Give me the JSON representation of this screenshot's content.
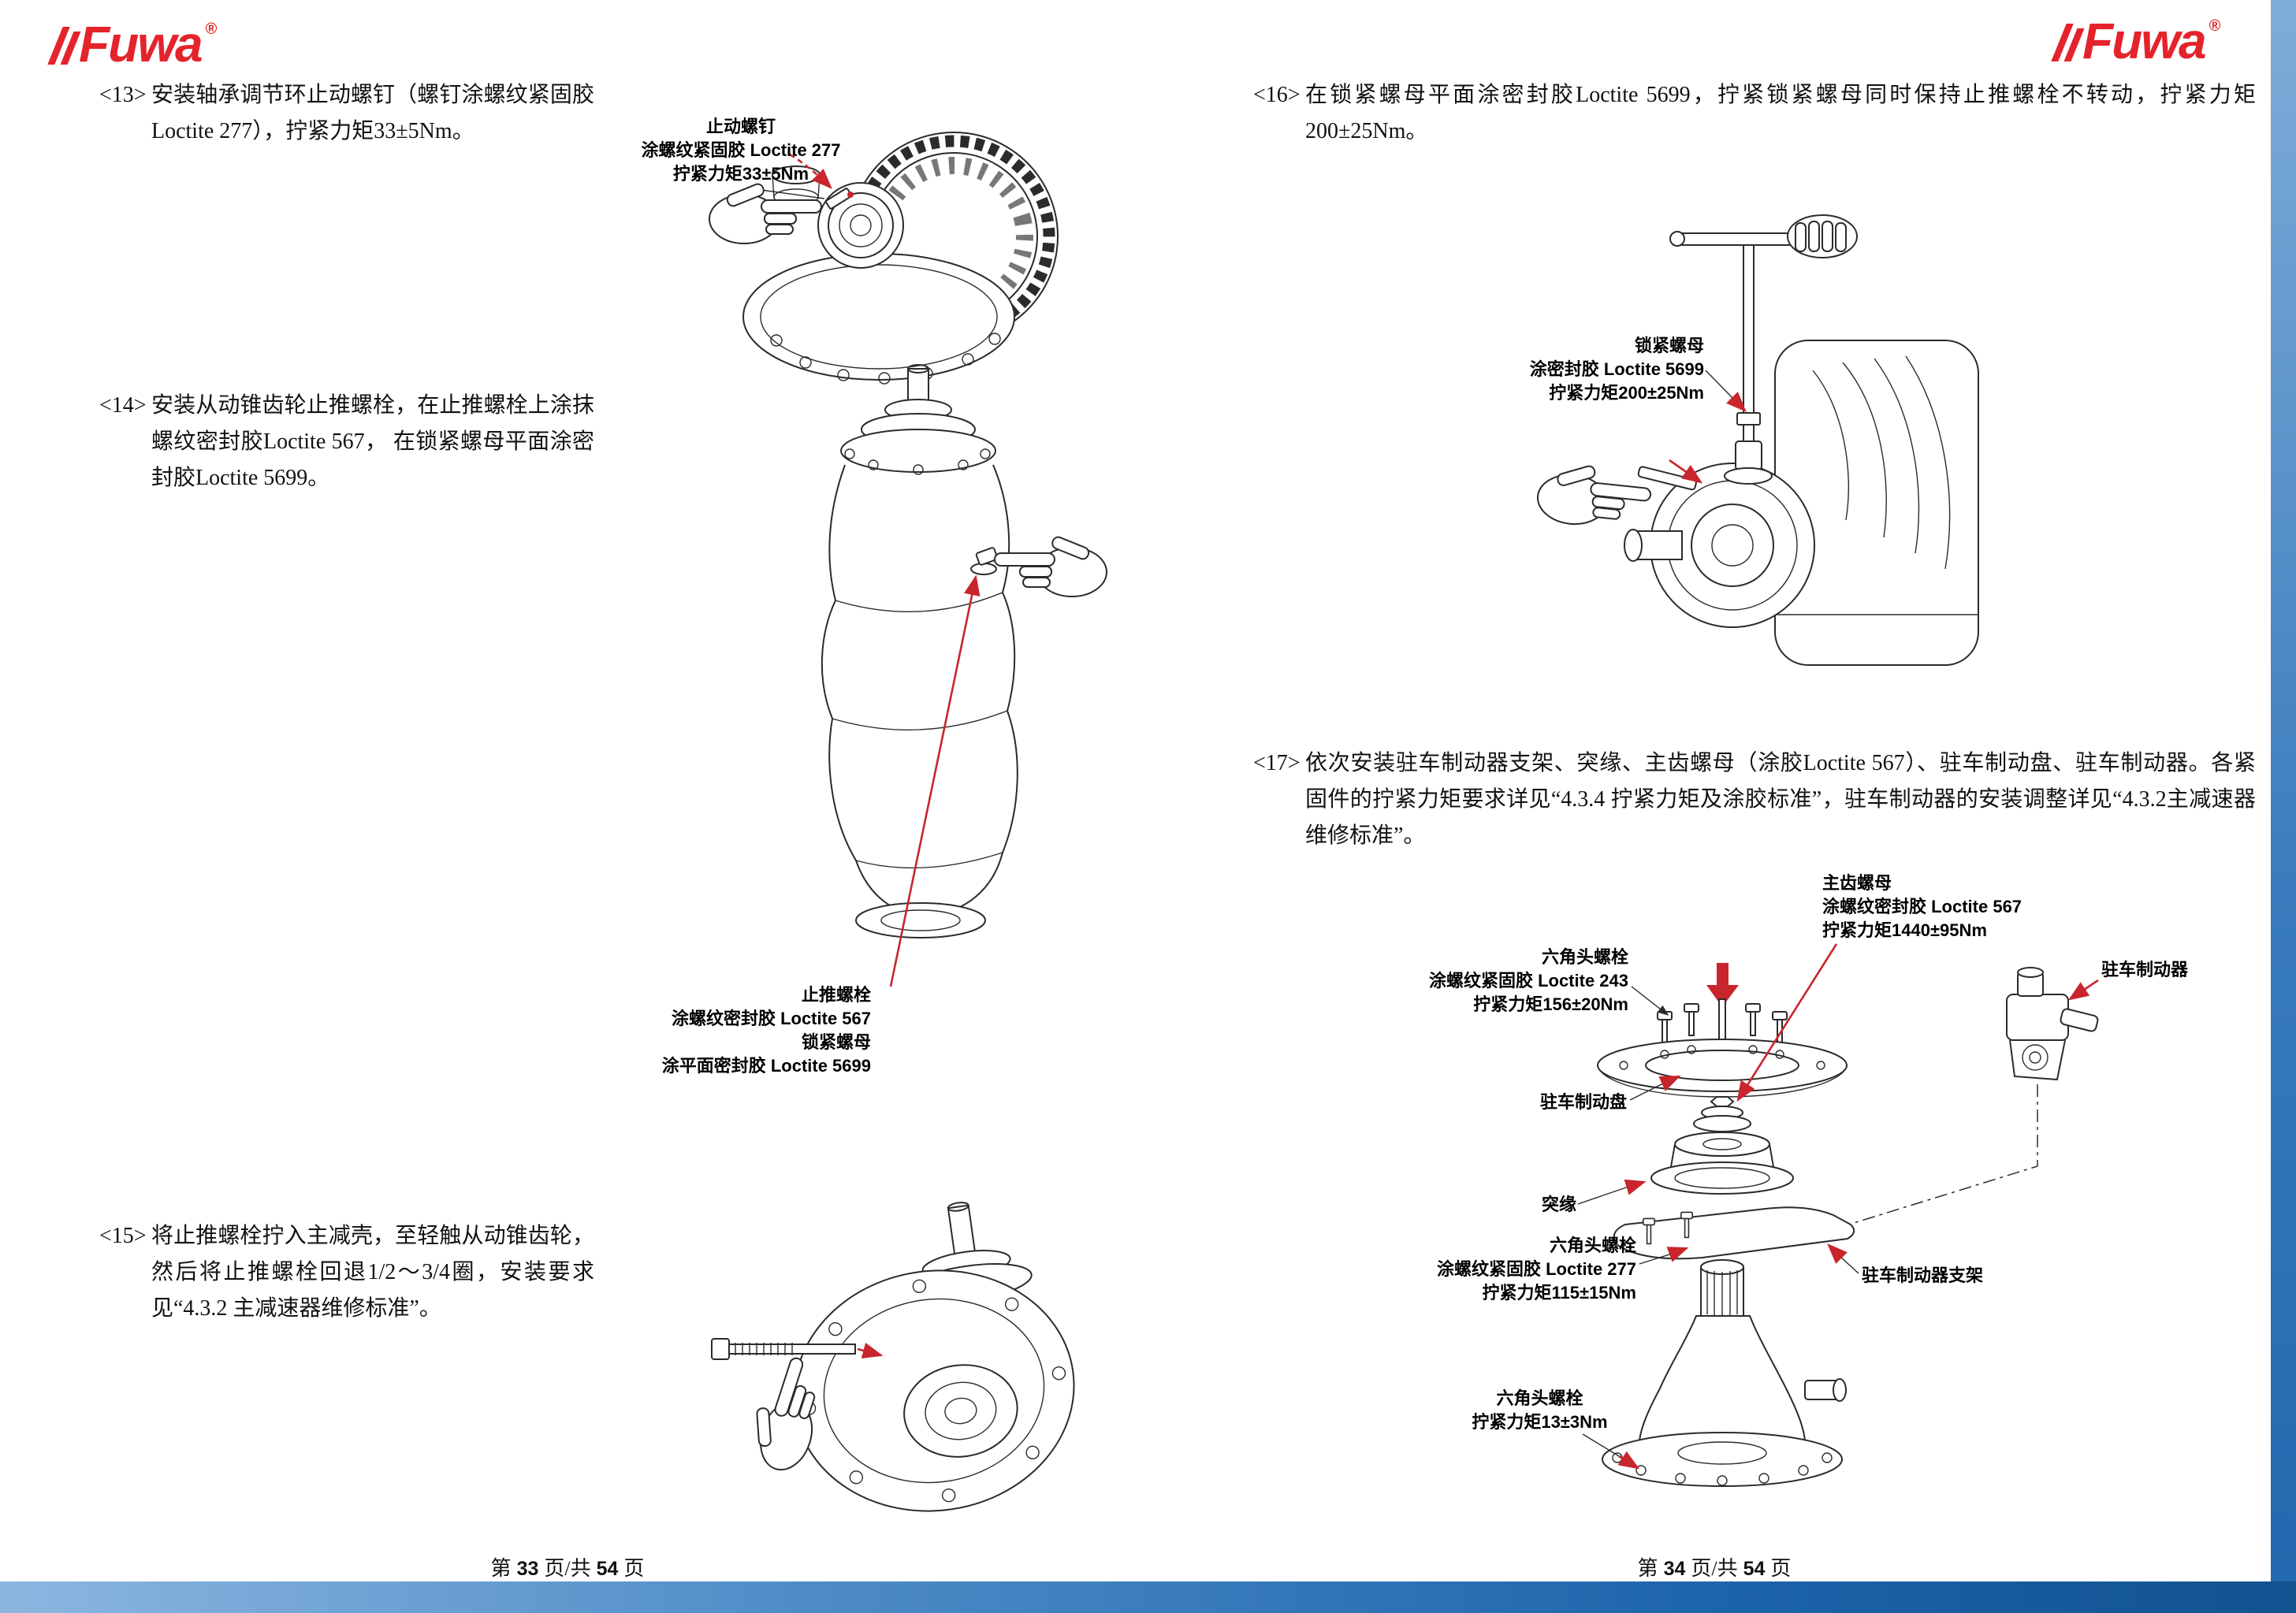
{
  "brand": {
    "name": "Fuwa",
    "registered": "®",
    "color": "#e4232b"
  },
  "colors": {
    "accent_red": "#c9252c",
    "bar_blue_light": "#8cb6e0",
    "bar_blue_dark": "#12528f"
  },
  "left": {
    "steps": [
      {
        "num": "<13>",
        "text": "安装轴承调节环止动螺钉（螺钉涂螺纹紧固胶Loctite 277），拧紧力矩33±5Nm。"
      },
      {
        "num": "<14>",
        "text": "安装从动锥齿轮止推螺栓，在止推螺栓上涂抹螺纹密封胶Loctite 567， 在锁紧螺母平面涂密封胶Loctite 5699。"
      },
      {
        "num": "<15>",
        "text": "将止推螺栓拧入主减壳，至轻触从动锥齿轮，然后将止推螺栓回退1/2～3/4圈，安装要求见“4.3.2 主减速器维修标准”。"
      }
    ],
    "fig13_callout": [
      "止动螺钉",
      "涂螺纹紧固胶 Loctite 277",
      "拧紧力矩33±5Nm"
    ],
    "fig14_callout": [
      "止推螺栓",
      "涂螺纹密封胶 Loctite 567",
      "锁紧螺母",
      "涂平面密封胶 Loctite 5699"
    ],
    "footer": {
      "pre": "第",
      "page": "33",
      "mid": "页/共",
      "total": "54",
      "post": "页"
    }
  },
  "right": {
    "steps": [
      {
        "num": "<16>",
        "text": "在锁紧螺母平面涂密封胶Loctite 5699，拧紧锁紧螺母同时保持止推螺栓不转动，拧紧力矩200±25Nm。"
      },
      {
        "num": "<17>",
        "text": "依次安装驻车制动器支架、突缘、主齿螺母（涂胶Loctite 567）、驻车制动盘、驻车制动器。各紧固件的拧紧力矩要求详见“4.3.4 拧紧力矩及涂胶标准”，驻车制动器的安装调整详见“4.3.2主减速器维修标准”。"
      }
    ],
    "fig16_callout": [
      "锁紧螺母",
      "涂密封胶 Loctite 5699",
      "拧紧力矩200±25Nm"
    ],
    "fig17": {
      "pinion_nut": [
        "主齿螺母",
        "涂螺纹密封胶 Loctite 567",
        "拧紧力矩1440±95Nm"
      ],
      "hex_bolt_243": [
        "六角头螺栓",
        "涂螺纹紧固胶 Loctite 243",
        "拧紧力矩156±20Nm"
      ],
      "parking_brake": "驻车制动器",
      "brake_disc": "驻车制动盘",
      "flange": "突缘",
      "hex_bolt_277": [
        "六角头螺栓",
        "涂螺纹紧固胶 Loctite 277",
        "拧紧力矩115±15Nm"
      ],
      "bracket": "驻车制动器支架",
      "hex_bolt_13": [
        "六角头螺栓",
        "拧紧力矩13±3Nm"
      ]
    },
    "footer": {
      "pre": "第",
      "page": "34",
      "mid": "页/共",
      "total": "54",
      "post": "页"
    }
  }
}
